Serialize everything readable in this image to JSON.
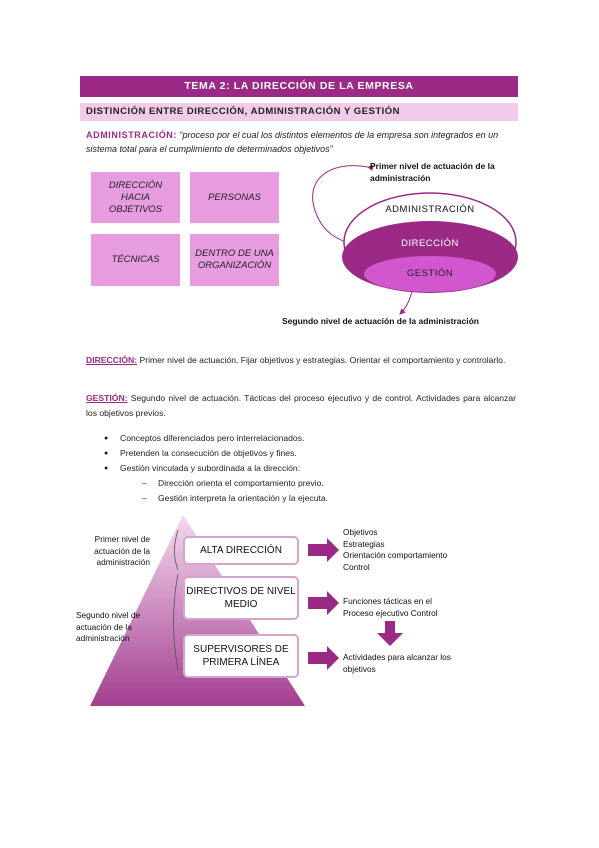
{
  "header": {
    "title": "TEMA 2: LA DIRECCIÓN DE LA EMPRESA",
    "subtitle": "DISTINCIÓN ENTRE DIRECCIÓN, ADMINISTRACIÓN Y GESTIÓN"
  },
  "definition": {
    "term": "ADMINISTRACIÓN:",
    "text": " “proceso por el cual los distintos elementos de la empresa son integrados en un sistema total para el cumplimiento de determinados objetivos”"
  },
  "boxes": [
    "DIRECCIÓN HACIA OBJETIVOS",
    "PERSONAS",
    "TÉCNICAS",
    "DENTRO DE UNA ORGANIZACIÓN"
  ],
  "ellipse_diagram": {
    "top_label": "Primer nivel de actuación de la administración",
    "outer": "ADMINISTRACIÓN",
    "middle": "DIRECCIÓN",
    "inner": "GESTIÓN",
    "bottom_label": "Segundo nivel de actuación de la administración"
  },
  "paragraphs": {
    "direccion_term": "DIRECCIÓN:",
    "direccion_text": " Primer nivel de actuación. Fijar objetivos y estrategias. Orientar el comportamiento y controlarlo.",
    "gestion_term": "GESTIÓN:",
    "gestion_text": " Segundo nivel de actuación. Tácticas del proceso ejecutivo y de control. Actividades para alcanzar los objetivos previos."
  },
  "bullets": [
    "Conceptos diferenciados pero interrelacionados.",
    "Pretenden la consecución de objetivos y fines.",
    "Gestión vinculada y subordinada a la dirección:"
  ],
  "sub_bullets": [
    "Dirección orienta el comportamiento previo.",
    "Gestión interpreta la orientación y la ejecuta."
  ],
  "pyramid": {
    "left_top": "Primer nivel de actuación de la administración",
    "left_bottom": "Segundo nivel de actuación de la administración",
    "levels": [
      "ALTA DIRECCIÓN",
      "DIRECTIVOS DE NIVEL MEDIO",
      "SUPERVISORES DE PRIMERA LÍNEA"
    ],
    "right1_lines": [
      "Objetivos",
      "Estrategias",
      "Orientación comportamiento",
      "Control"
    ],
    "right2": "Funciones tácticas en el Proceso ejecutivo Control",
    "right3": "Actividades para alcanzar los objetivos"
  },
  "colors": {
    "primary": "#9b2a86",
    "light": "#f2cbea",
    "box": "#e79ce0",
    "inner": "#d257cf"
  }
}
